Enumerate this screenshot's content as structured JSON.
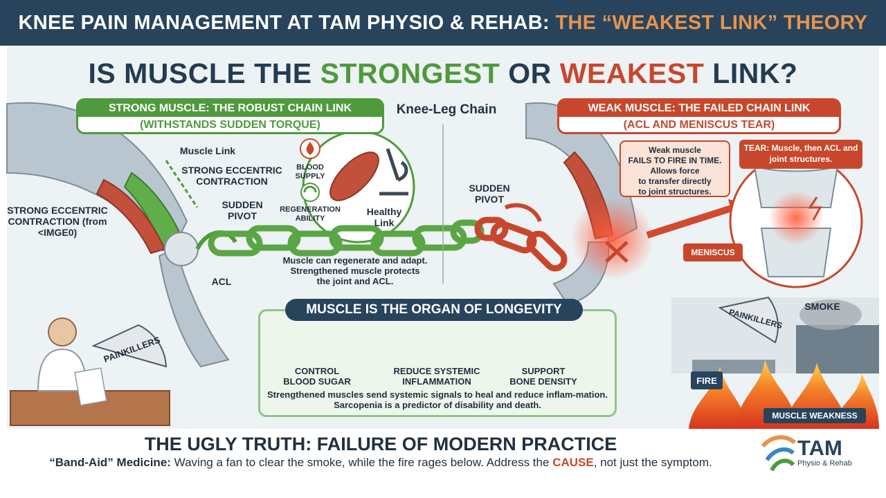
{
  "banner": {
    "title_main": "KNEE PAIN MANAGEMENT AT TAM PHYSIO & REHAB:",
    "title_accent": "THE “WEAKEST LINK” THEORY"
  },
  "question": {
    "part1": "IS MUSCLE THE",
    "strongest": "STRONGEST",
    "part2": "OR",
    "weakest": "WEAKEST",
    "part3": "LINK?"
  },
  "strong_side": {
    "header_line1": "STRONG MUSCLE: THE ROBUST CHAIN LINK",
    "header_line2": "(WITHSTANDS SUDDEN TORQUE)",
    "muscle_link": "Muscle Link",
    "eccentric": "STRONG ECCENTRIC CONTRACTION",
    "eccentric_left": "STRONG ECCENTRIC CONTRACTION (from <IMGE0)",
    "sudden_pivot": "SUDDEN PIVOT",
    "acl": "ACL",
    "blood_supply": "BLOOD SUPPLY",
    "regeneration": "REGENERATION ABILITY",
    "healthy_link": "Healthy Link",
    "regenerate_note": "Muscle can regenerate and adapt. Strengthened muscle protects the joint and ACL."
  },
  "chain_label": "Knee-Leg Chain",
  "weak_side": {
    "header_line1": "WEAK MUSCLE: THE FAILED CHAIN LINK",
    "header_line2": "(ACL AND MENISCUS TEAR)",
    "sudden_pivot": "SUDDEN PIVOT",
    "callout_l1": "Weak muscle",
    "callout_l2": "FAILS TO FIRE IN TIME.",
    "callout_l3": "Allows force",
    "callout_l4": "to transfer directly",
    "callout_l5": "to joint structures.",
    "tear": "TEAR: Muscle, then ACL and joint structures.",
    "meniscus": "MENISCUS"
  },
  "longevity": {
    "title": "MUSCLE IS THE ORGAN OF LONGEVITY",
    "benefits": [
      {
        "line1": "CONTROL",
        "line2": "BLOOD SUGAR"
      },
      {
        "line1": "REDUCE SYSTEMIC",
        "line2": "INFLAMMATION"
      },
      {
        "line1": "SUPPORT",
        "line2": "BONE DENSITY"
      }
    ],
    "description": "Strengthened muscles send systemic signals to heal and reduce inflam-mation. Sarcopenia is a predictor of disability and death."
  },
  "fans": {
    "left": "PAINKILLERS",
    "right": "PAINKILLERS"
  },
  "fire_scene": {
    "smoke": "SMOKE",
    "fire": "FIRE",
    "muscle_weakness": "MUSCLE WEAKNESS"
  },
  "bottom": {
    "title": "THE UGLY TRUTH: FAILURE OF MODERN PRACTICE",
    "band_aid": "“Band-Aid” Medicine:",
    "text_before": "Waving a fan to clear the smoke, while the fire rages below. Address the",
    "cause": "CAUSE",
    "text_after": ", not just the symptom."
  },
  "logo": {
    "name": "TAM",
    "subtitle": "Physio & Rehab"
  },
  "colors": {
    "navy": "#27445c",
    "green": "#4e9a3c",
    "red": "#c8472c",
    "orange": "#e8934d"
  }
}
